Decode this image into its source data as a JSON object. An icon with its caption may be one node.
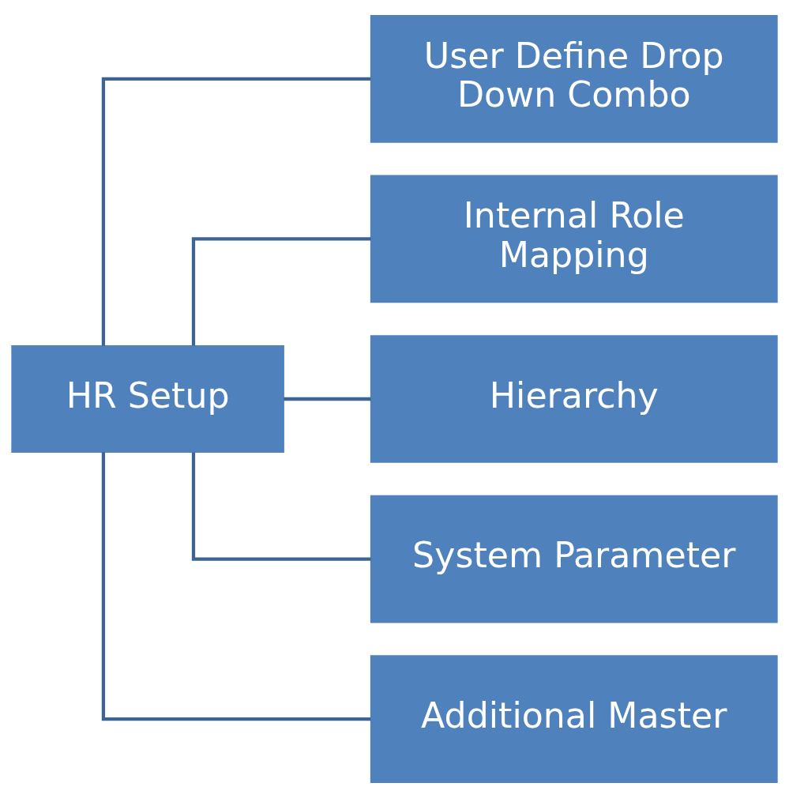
{
  "diagram": {
    "nodes": [
      {
        "text": [
          "HR Setup"
        ]
      },
      {
        "text": [
          "User Define Drop Down Combo"
        ]
      },
      {
        "text": [
          "Internal Role Mapping"
        ]
      },
      {
        "text": [
          "Hierarchy"
        ]
      },
      {
        "text": [
          "System Parameter"
        ]
      },
      {
        "text": [
          "Additional Master"
        ]
      }
    ],
    "edges": [
      {
        "from": 0,
        "to": 1,
        "arrow": "none"
      },
      {
        "from": 0,
        "to": 2,
        "arrow": "none"
      },
      {
        "from": 0,
        "to": 3,
        "arrow": "none"
      },
      {
        "from": 0,
        "to": 4,
        "arrow": "none"
      },
      {
        "from": 0,
        "to": 5,
        "arrow": "none"
      }
    ]
  }
}
